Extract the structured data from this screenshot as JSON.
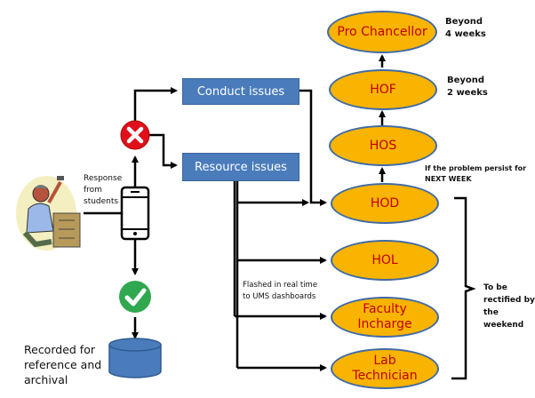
{
  "diagram": {
    "source_label": "Response from students",
    "conduct_box": "Conduct issues",
    "resource_box": "Resource issues",
    "record_label": "Recorded for reference and archival",
    "flash_label": "Flashed in real time to UMS dashboards",
    "escalation_chain": [
      {
        "label": "Pro Chancellor",
        "note": "Beyond 4 weeks"
      },
      {
        "label": "HOF",
        "note": "Beyond 2 weeks"
      },
      {
        "label": "HOS",
        "note": "If the problem persist for NEXT WEEK"
      },
      {
        "label": "HOD",
        "note": ""
      }
    ],
    "first_level": [
      {
        "label": "HOD"
      },
      {
        "label": "HOL"
      },
      {
        "label": "Faculty Incharge"
      },
      {
        "label": "Lab Technician"
      }
    ],
    "bracket_label": "To be rectified by the weekend",
    "icons": {
      "person": "technician-illustration-icon",
      "phone": "smartphone-icon",
      "reject": "red-cross-icon",
      "accept": "green-check-icon",
      "database": "database-cylinder-icon"
    },
    "colors": {
      "node_fill": "#f8b400",
      "node_text": "#c00000",
      "node_border": "#3f6aa6",
      "box_fill": "#4a7cbb",
      "reject": "#e0101a",
      "accept": "#2fa84f",
      "database": "#4a7cbb"
    }
  }
}
